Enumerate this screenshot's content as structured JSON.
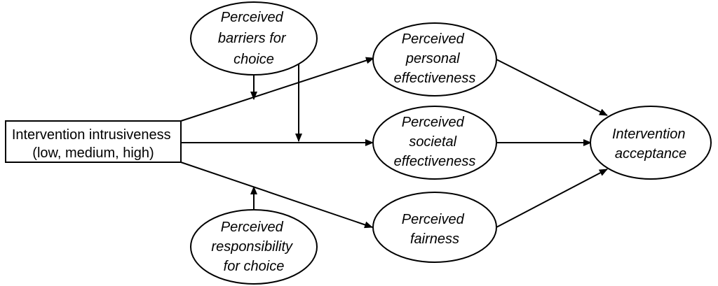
{
  "nodes": {
    "intrusiveness": {
      "lines": [
        "Intervention intrusiveness",
        "(low, medium, high)"
      ]
    },
    "barriers": {
      "lines": [
        "Perceived",
        "barriers for",
        "choice"
      ]
    },
    "responsibility": {
      "lines": [
        "Perceived",
        "responsibility",
        "for choice"
      ]
    },
    "personal": {
      "lines": [
        "Perceived",
        "personal",
        "effectiveness"
      ]
    },
    "societal": {
      "lines": [
        "Perceived",
        "societal",
        "effectiveness"
      ]
    },
    "fairness": {
      "lines": [
        "Perceived",
        "fairness"
      ]
    },
    "acceptance": {
      "lines": [
        "Intervention",
        "acceptance"
      ]
    }
  }
}
